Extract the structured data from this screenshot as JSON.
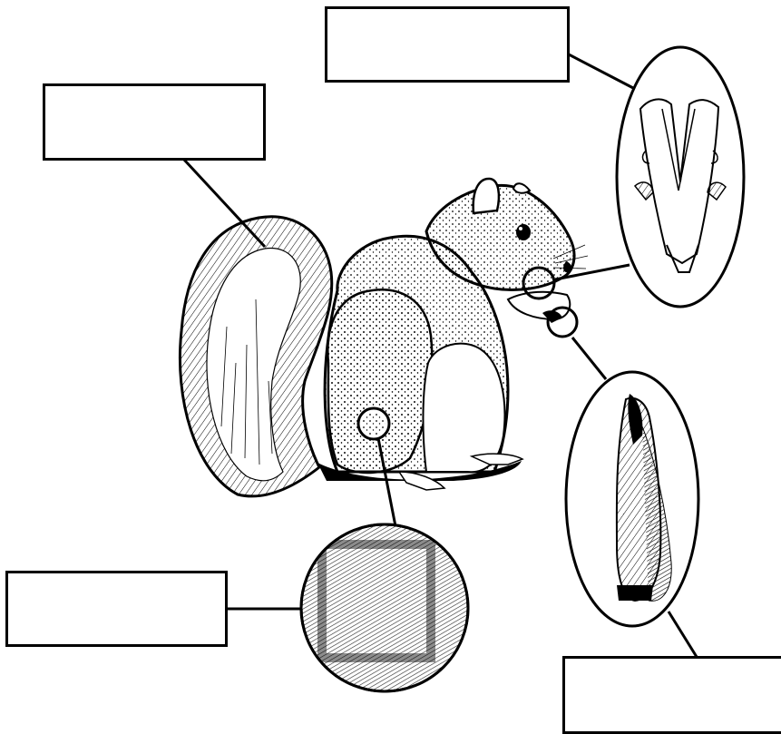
{
  "diagram": {
    "style": "black-and-white pen illustration",
    "subject": "squirrel",
    "colors": {
      "ink": "#000000",
      "paper": "#ffffff"
    },
    "labels": {
      "teeth": "",
      "tail": "",
      "fur": "",
      "claw": ""
    },
    "callouts": {
      "teeth": "teeth-closeup",
      "fur": "fur-closeup",
      "claw": "claw-closeup"
    }
  }
}
